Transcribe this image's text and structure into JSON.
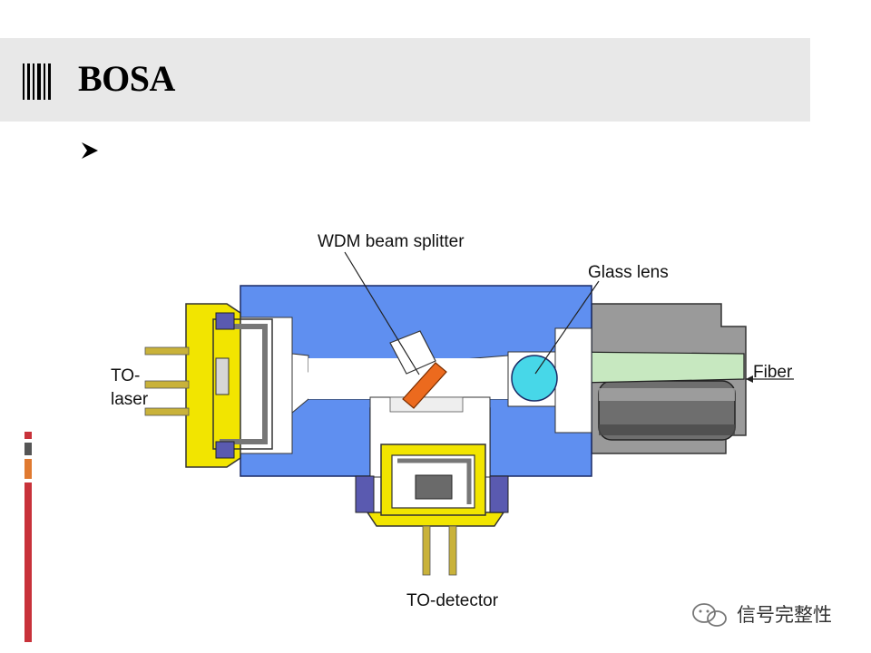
{
  "slide": {
    "title": "BOSA",
    "bullet_text": ""
  },
  "diagram": {
    "labels": {
      "beam_splitter": "WDM beam splitter",
      "glass_lens": "Glass lens",
      "fiber": "Fiber",
      "to_laser_line1": "TO-",
      "to_laser_line2": "laser",
      "to_detector": "TO-detector"
    }
  },
  "watermark": {
    "text": "信号完整性"
  },
  "colors": {
    "housing_blue": "#5f8ff0",
    "to_can_yellow": "#f2e500",
    "splitter_orange": "#ec6a1e",
    "lens_cyan": "#47d7e8",
    "fiber_green": "#c7e8c0",
    "ferrule_gray": "#8a8a8a",
    "side_bar_red": "#c8323a",
    "side_bar_orange": "#e07a30",
    "side_bar_gray": "#555555"
  },
  "icons": {
    "title_marker": "barcode-icon",
    "bullet": "arrowhead-bullet-icon",
    "watermark_logo": "wechat-logo-icon"
  }
}
